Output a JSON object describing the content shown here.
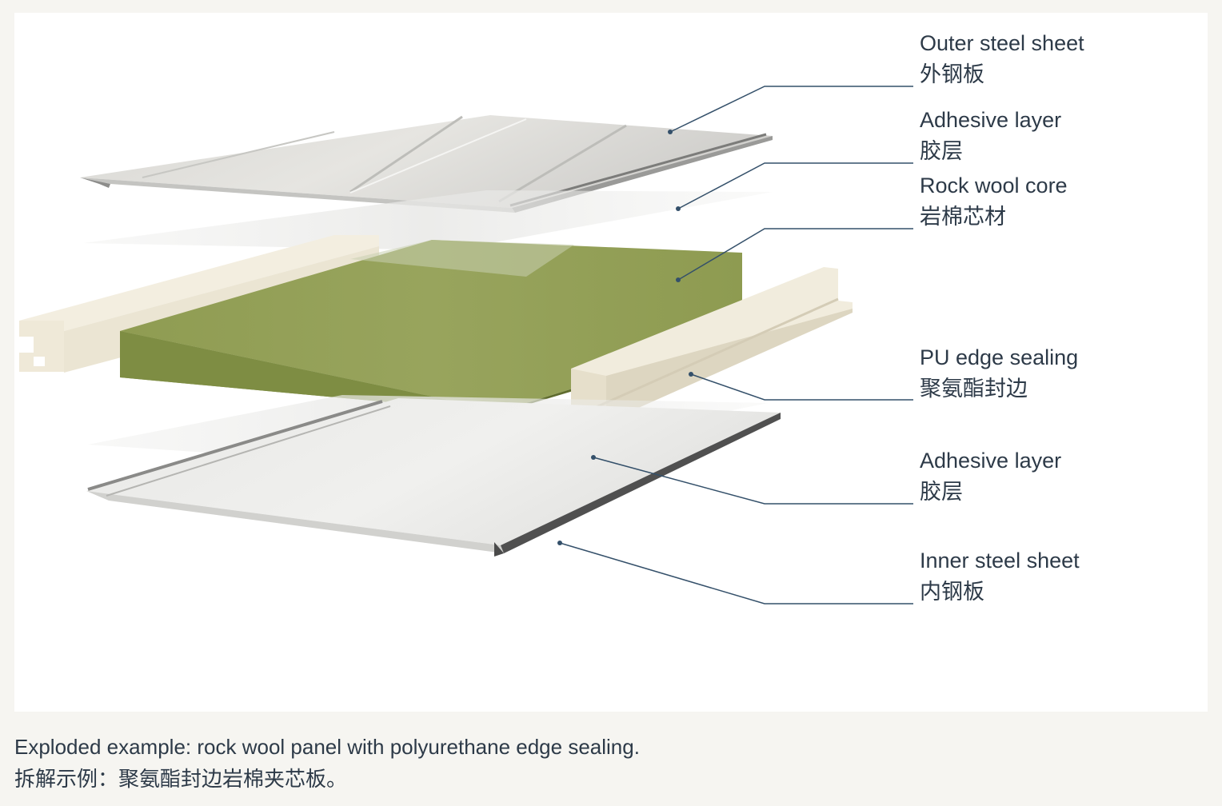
{
  "labels": [
    {
      "en": "Outer steel sheet",
      "zh": "外钢板"
    },
    {
      "en": "Adhesive layer",
      "zh": "胶层"
    },
    {
      "en": "Rock wool core",
      "zh": "岩棉芯材"
    },
    {
      "en": "PU edge sealing",
      "zh": "聚氨酯封边"
    },
    {
      "en": "Adhesive layer",
      "zh": "胶层"
    },
    {
      "en": "Inner steel sheet",
      "zh": "内钢板"
    }
  ],
  "caption": {
    "en": "Exploded example: rock wool panel with polyurethane edge sealing.",
    "zh": "拆解示例：聚氨酯封边岩棉夹芯板。"
  },
  "colors": {
    "background": "#f6f5f1",
    "panel": "#ffffff",
    "leader": "#34506a",
    "steel": "#dcdcda",
    "rock_wool": "#8c9a4e",
    "pu_seal": "#efe9d9"
  }
}
